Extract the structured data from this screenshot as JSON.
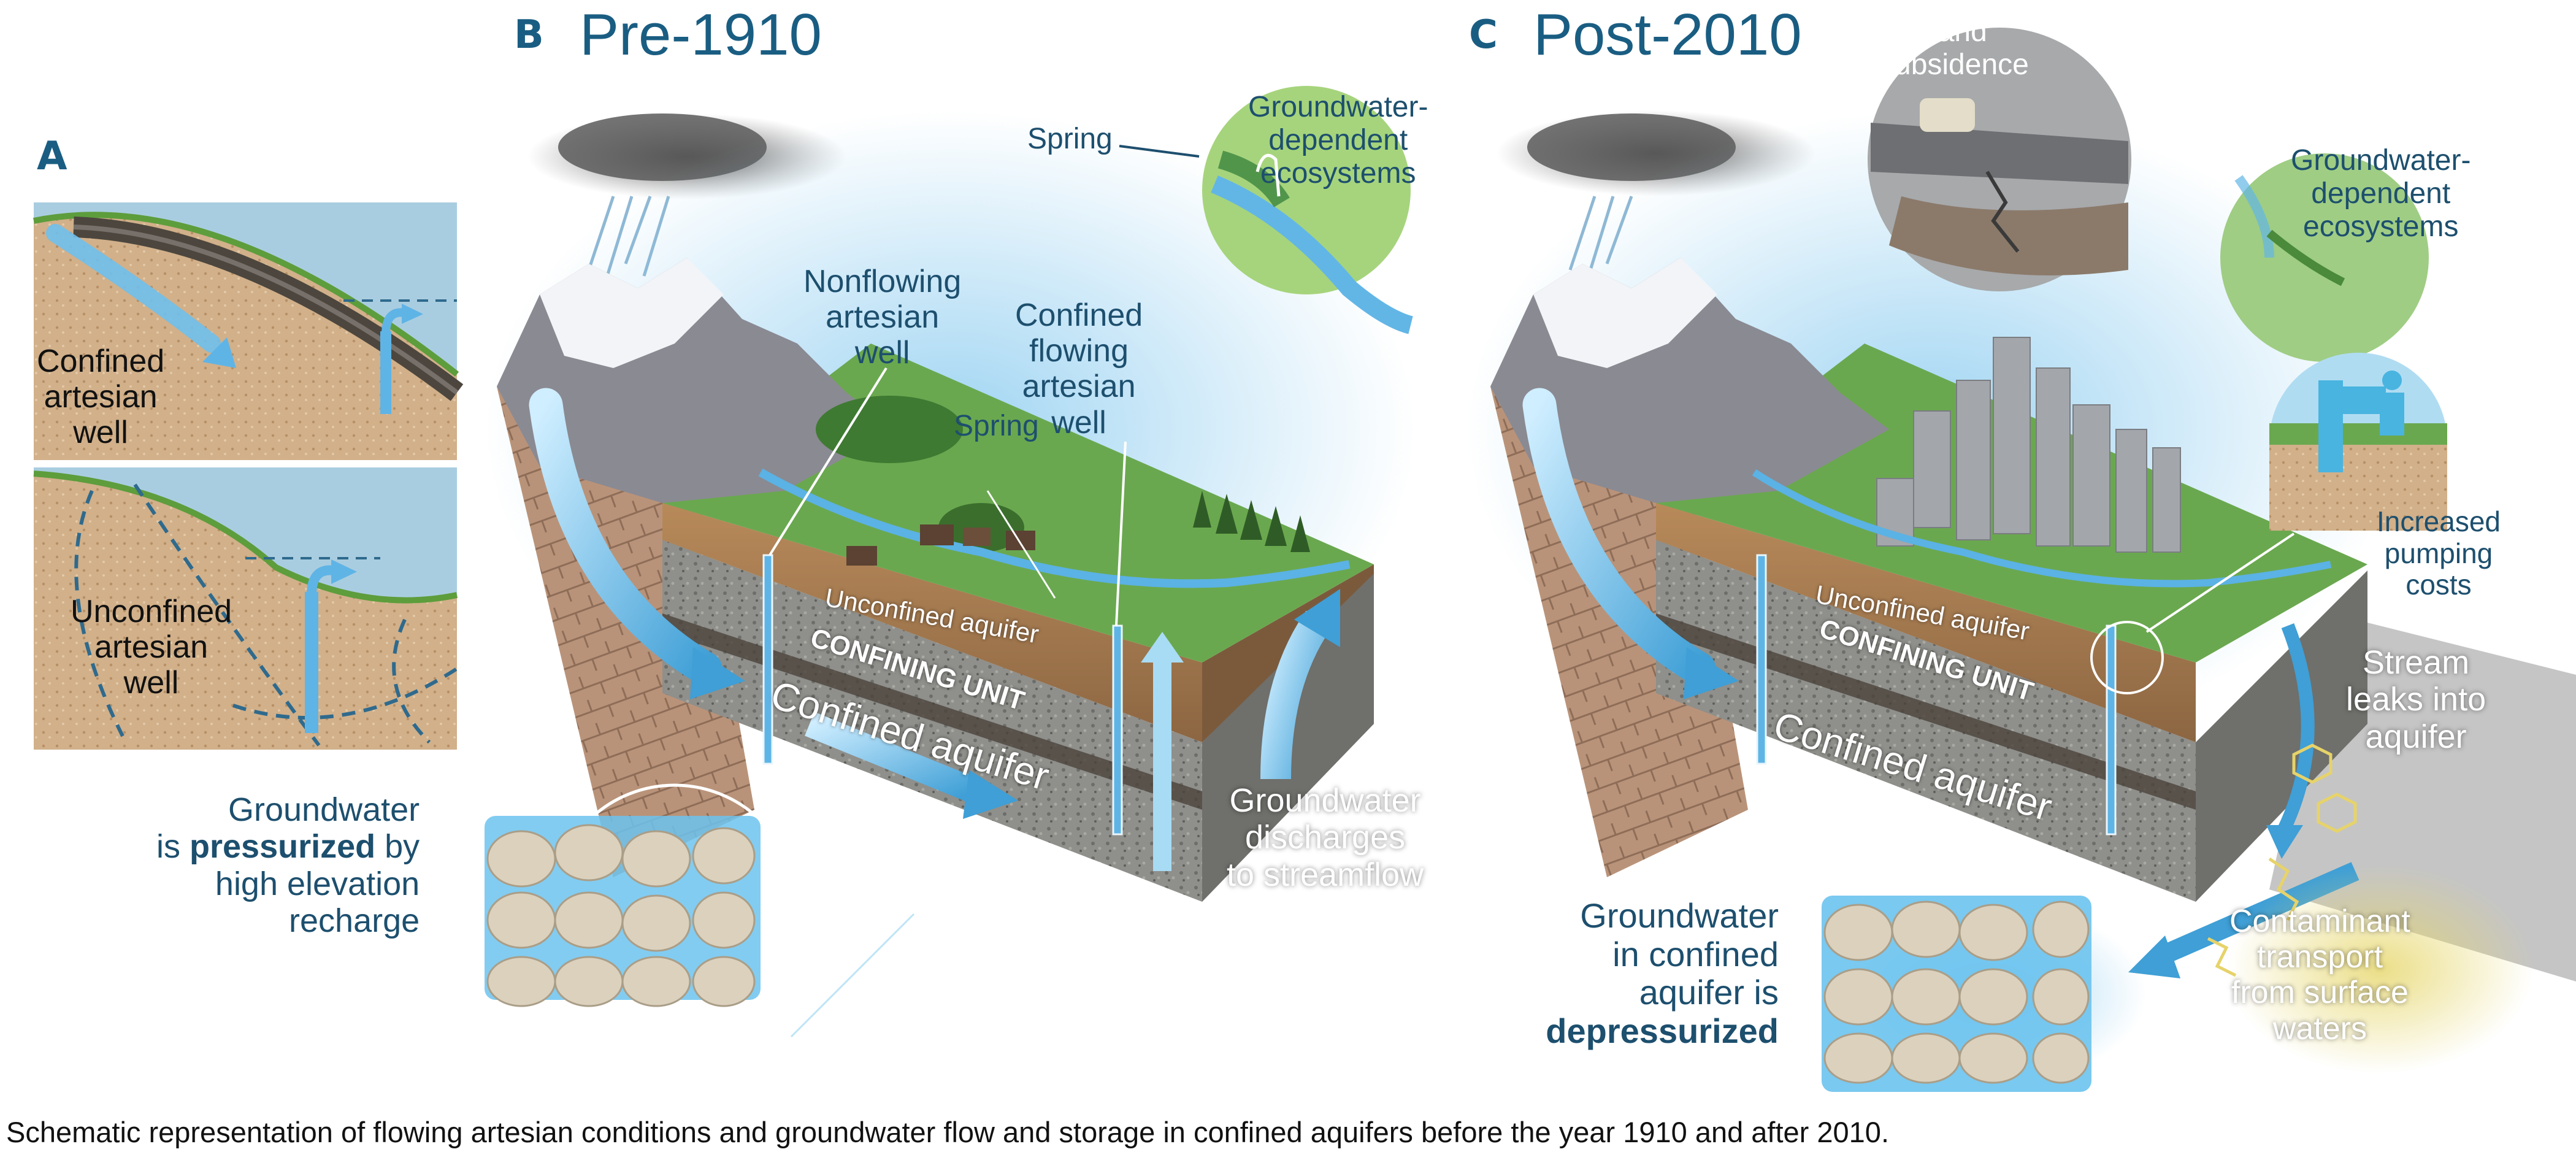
{
  "panels": {
    "a": {
      "letter": "A",
      "top_label": "Confined\nartesian\nwell",
      "bottom_label": "Unconfined\nartesian\nwell"
    },
    "b": {
      "letter": "B",
      "title": "Pre-1910"
    },
    "c": {
      "letter": "C",
      "title": "Post-2010"
    }
  },
  "labels_b": {
    "spring_top": "Spring",
    "gde": "Groundwater-\ndependent\necosystems",
    "nonflowing": "Nonflowing\nartesian\nwell",
    "confined_flowing": "Confined\nflowing\nartesian\nwell",
    "spring_mid": "Spring",
    "unconfined": "Unconfined aquifer",
    "confining": "CONFINING UNIT",
    "confined": "Confined aquifer",
    "pressurized_pre": "Groundwater\nis ",
    "pressurized_bold": "pressurized",
    "pressurized_post": " by\nhigh elevation\nrecharge",
    "discharges": "Groundwater\ndischarges\nto streamflow"
  },
  "labels_c": {
    "subsidence": "Land\nsubsidence",
    "gde": "Groundwater-\ndependent\necosystems",
    "pumping": "Increased\npumping\ncosts",
    "unconfined": "Unconfined aquifer",
    "confining": "CONFINING UNIT",
    "confined": "Confined aquifer",
    "stream_leaks": "Stream\nleaks into\naquifer",
    "depress_pre": "Groundwater\nin confined\naquifer is",
    "depress_bold": "depressurized",
    "contaminant": "Contaminant\ntransport\nfrom surface\nwaters"
  },
  "caption": "Schematic representation of flowing artesian conditions and groundwater flow and storage in confined aquifers before the year 1910 and after 2010.",
  "colors": {
    "title_blue": "#1a5d82",
    "label_blue": "#1d4f6e",
    "water_blue": "#4aa9dd",
    "grass": "#6aa84f",
    "soil": "#a7784a",
    "rock": "#8c8c8c",
    "contaminant_glow": "#d8c85a"
  }
}
